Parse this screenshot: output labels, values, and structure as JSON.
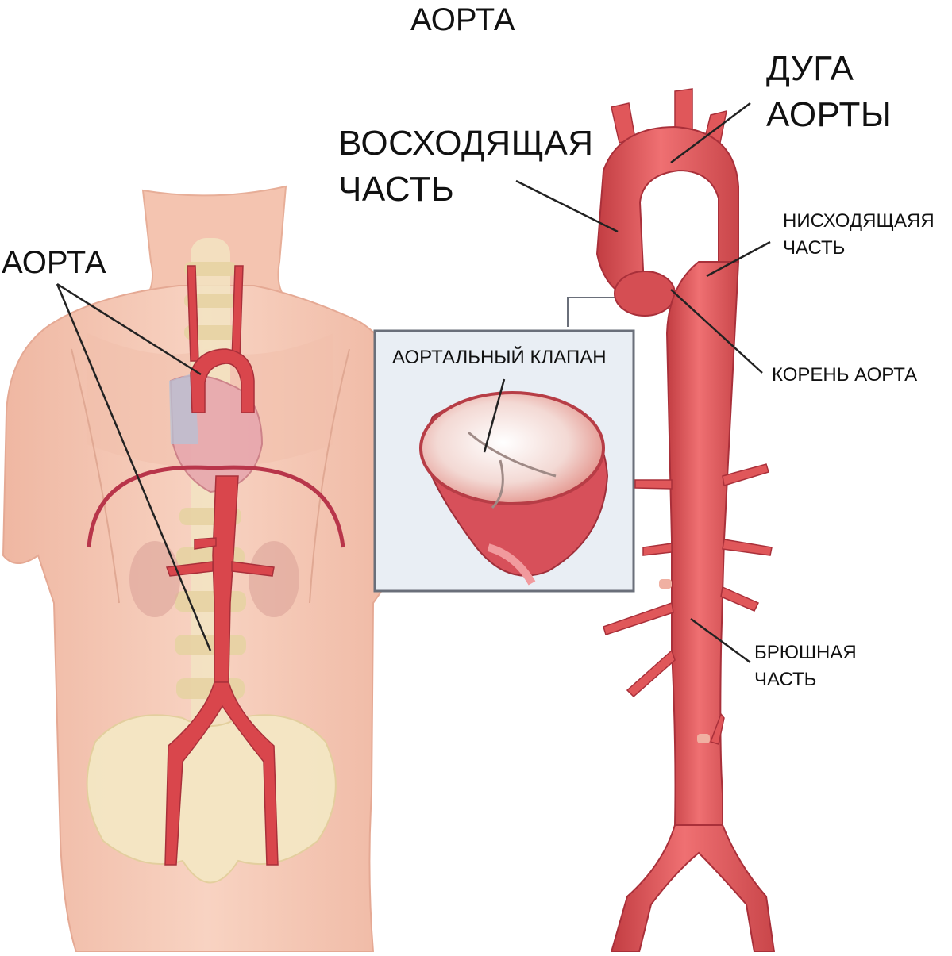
{
  "title": "АОРТА",
  "labels": {
    "aorta_left": "АОРТА",
    "arch_line1": "ДУГА",
    "arch_line2": "АОРТЫ",
    "ascending_line1": "ВОСХОДЯЩАЯ",
    "ascending_line2": "ЧАСТЬ",
    "descending_line1": "НИСХОДЯЩАЯЯ",
    "descending_line2": "ЧАСТЬ",
    "root": "КОРЕНЬ АОРТА",
    "abdominal_line1": "БРЮШНАЯ",
    "abdominal_line2": "ЧАСТЬ",
    "valve": "АОРТАЛЬНЫЙ КЛАПАН"
  },
  "colors": {
    "aorta": "#e0575a",
    "aorta_dark": "#c23d42",
    "skin": "#f6cbb7",
    "skin_dark": "#eab29b",
    "bone": "#f3e6c3",
    "inset_bg": "#e9eef4",
    "inset_border": "#6a6f7a"
  }
}
